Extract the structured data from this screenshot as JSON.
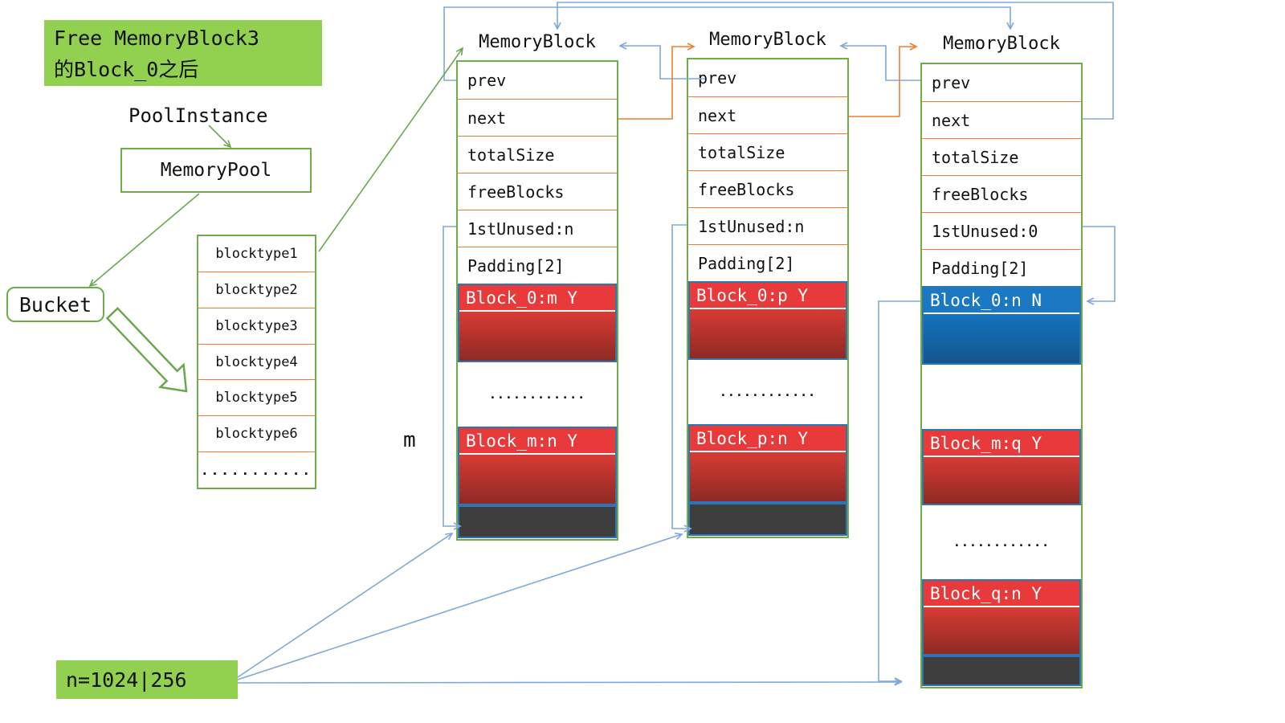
{
  "header_note": {
    "line1": "Free MemoryBlock3",
    "line2": "的Block_0之后"
  },
  "labels": {
    "pool_instance": "PoolInstance",
    "memory_pool": "MemoryPool",
    "bucket": "Bucket",
    "n_value": "n=1024|256",
    "m_value": "m"
  },
  "bucket_table": {
    "rows": [
      "blocktype1",
      "blocktype2",
      "blocktype3",
      "blocktype4",
      "blocktype5",
      "blocktype6",
      "..........."
    ]
  },
  "columns": [
    {
      "title": "MemoryBlock",
      "fields": [
        "prev",
        "next",
        "totalSize",
        "freeBlocks",
        "1stUnused:n",
        "Padding[2]"
      ],
      "block1": "Block_0:m Y",
      "dots": "............",
      "block2": "Block_m:n Y"
    },
    {
      "title": "MemoryBlock",
      "fields": [
        "prev",
        "next",
        "totalSize",
        "freeBlocks",
        "1stUnused:n",
        "Padding[2]"
      ],
      "block1": "Block_0:p Y",
      "dots": "............",
      "block2": "Block_p:n Y"
    },
    {
      "title": "MemoryBlock",
      "fields": [
        "prev",
        "next",
        "totalSize",
        "freeBlocks",
        "1stUnused:0",
        "Padding[2]"
      ],
      "block1": "Block_0:n N",
      "block2": "Block_m:q Y",
      "dots": "............",
      "block3": "Block_q:n Y"
    }
  ],
  "colors": {
    "green_fill": "#92D050",
    "green_border": "#70AD47",
    "green_line": "#6AA84F",
    "orange_line": "#ED7D31",
    "blue_line": "#7FA8D9",
    "used_block": "#E8393B",
    "free_block": "#1B79C4",
    "end_block": "#3E3E3E",
    "block_border": "#2E75B6"
  }
}
